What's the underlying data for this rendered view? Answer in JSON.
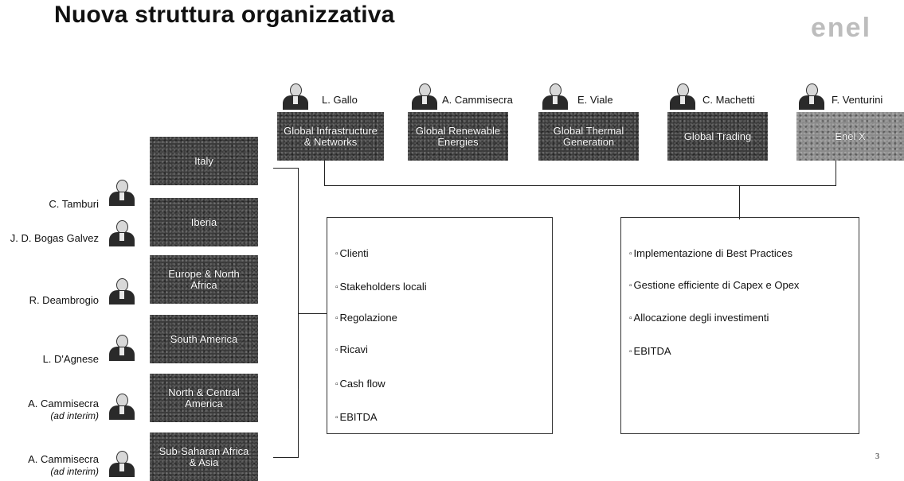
{
  "title": "Nuova struttura organizzativa",
  "logo": "enel",
  "page_number": "3",
  "top_units": [
    {
      "manager": "L. Gallo",
      "label": "Global Infrastructure & Networks"
    },
    {
      "manager": "A. Cammisecra",
      "label": "Global Renewable Energies"
    },
    {
      "manager": "E. Viale",
      "label": "Global Thermal Generation"
    },
    {
      "manager": "C. Machetti",
      "label": "Global Trading"
    },
    {
      "manager": "F. Venturini",
      "label": "Enel X"
    }
  ],
  "countries": [
    {
      "manager": "C. Tamburi",
      "interim": "",
      "label": "Italy"
    },
    {
      "manager": "J. D. Bogas Galvez",
      "interim": "",
      "label": "Iberia"
    },
    {
      "manager": "R. Deambrogio",
      "interim": "",
      "label": "Europe & North Africa"
    },
    {
      "manager": "L. D'Agnese",
      "interim": "",
      "label": "South America"
    },
    {
      "manager": "A. Cammisecra",
      "interim": "(ad interim)",
      "label": "North & Central America"
    },
    {
      "manager": "A. Cammisecra",
      "interim": "(ad interim)",
      "label": "Sub-Saharan Africa & Asia"
    }
  ],
  "countries_responsibilities": [
    "Clienti",
    "Stakeholders locali",
    "Regolazione",
    "Ricavi",
    "Cash flow",
    "EBITDA"
  ],
  "global_responsibilities": [
    "Implementazione di Best Practices",
    "Gestione efficiente di Capex e Opex",
    "Allocazione degli investimenti",
    "EBITDA"
  ]
}
